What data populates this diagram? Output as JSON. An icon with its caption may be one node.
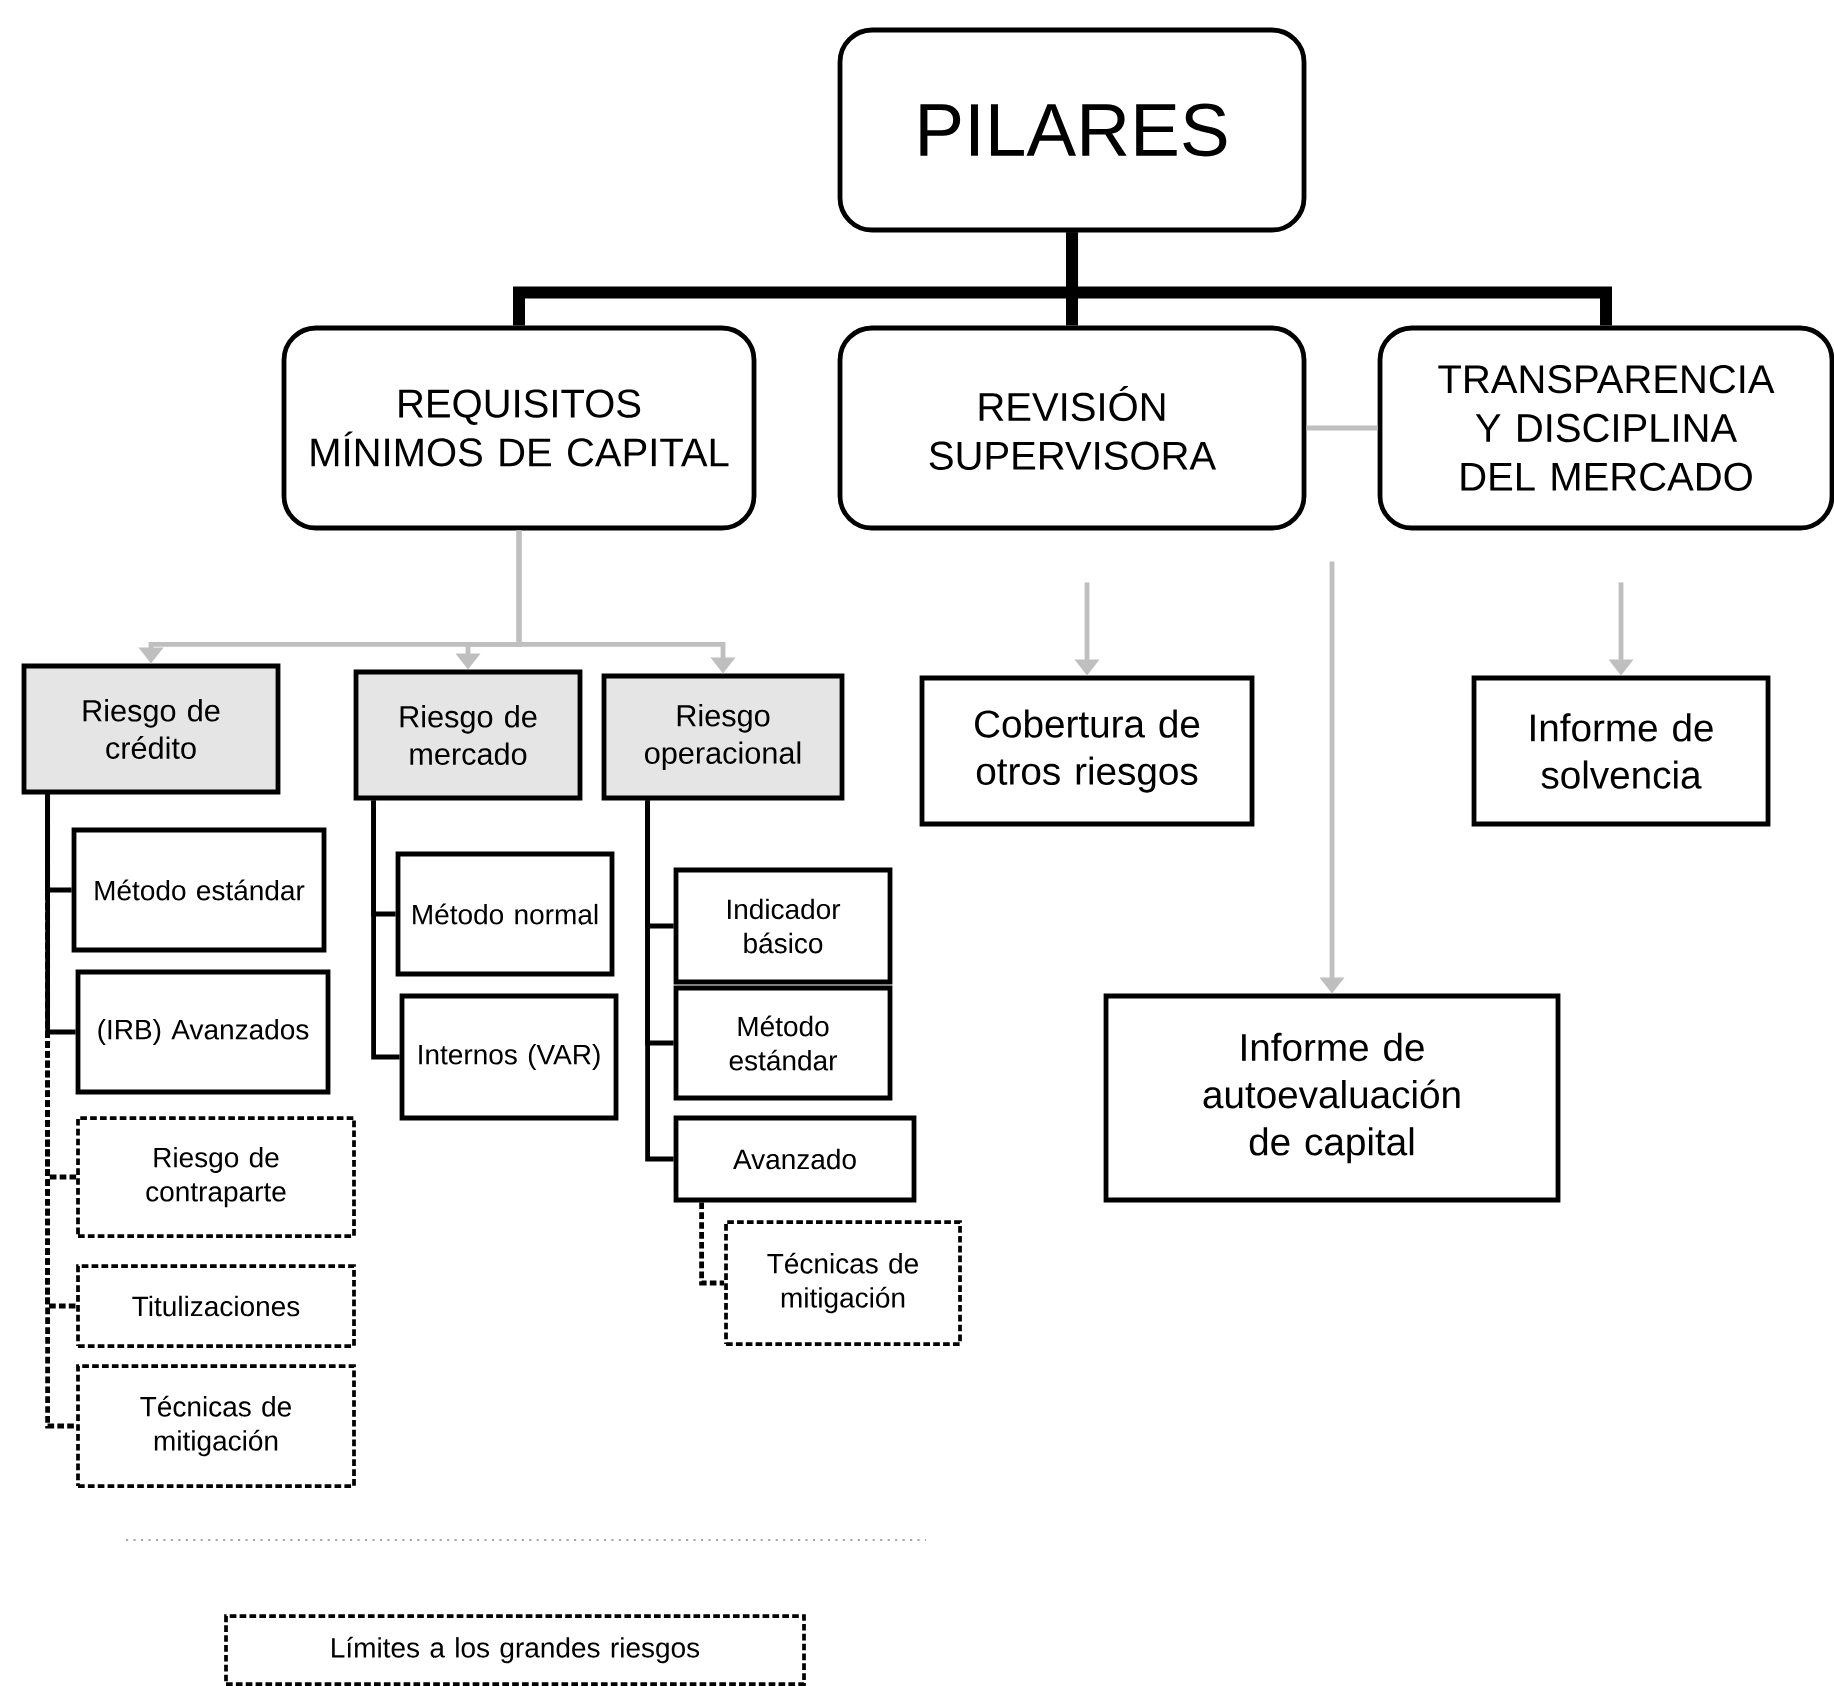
{
  "diagram": {
    "nodes": [
      {
        "text": [
          "PILARES"
        ]
      },
      {
        "text": [
          "REQUISITOS MÍNIMOS DE CAPITAL"
        ]
      },
      {
        "text": [
          "REVISIÓN SUPERVISORA"
        ]
      },
      {
        "text": [
          "TRANSPARENCIA Y DISCIPLINA DEL MERCADO"
        ]
      },
      {
        "text": [
          "Riesgo de crédito"
        ]
      },
      {
        "text": [
          "Riesgo de mercado"
        ]
      },
      {
        "text": [
          "Riesgo operacional"
        ]
      },
      {
        "text": [
          "Cobertura de otros riesgos"
        ]
      },
      {
        "text": [
          "Informe de solvencia"
        ]
      },
      {
        "text": [
          "Método estándar"
        ]
      },
      {
        "text": [
          "(IRB) Avanzados"
        ]
      },
      {
        "text": [
          "Riesgo de contraparte"
        ]
      },
      {
        "text": [
          "Titulizaciones"
        ]
      },
      {
        "text": [
          "Técnicas de mitigación"
        ]
      },
      {
        "text": [
          "Método normal"
        ]
      },
      {
        "text": [
          "Internos (VAR)"
        ]
      },
      {
        "text": [
          "Indicador básico"
        ]
      },
      {
        "text": [
          "Método estándar"
        ]
      },
      {
        "text": [
          "Avanzado"
        ]
      },
      {
        "text": [
          "Técnicas de mitigación"
        ]
      },
      {
        "text": [
          "Informe de autoevaluación de capital"
        ]
      },
      {
        "text": [
          "Límites a los grandes riesgos"
        ]
      }
    ],
    "edges": [
      {
        "from": 0,
        "to": 1,
        "arrow": "none",
        "style": "thick"
      },
      {
        "from": 0,
        "to": 2,
        "arrow": "none",
        "style": "thick"
      },
      {
        "from": 0,
        "to": 3,
        "arrow": "none",
        "style": "thick"
      },
      {
        "from": 1,
        "to": 4,
        "arrow": "to",
        "color": "#bfbfbf"
      },
      {
        "from": 1,
        "to": 5,
        "arrow": "to",
        "color": "#bfbfbf"
      },
      {
        "from": 1,
        "to": 6,
        "arrow": "to",
        "color": "#bfbfbf"
      },
      {
        "from": 2,
        "to": 3,
        "arrow": "none",
        "color": "#bfbfbf"
      },
      {
        "from": 2,
        "to": 7,
        "arrow": "to",
        "color": "#bfbfbf"
      },
      {
        "from": null,
        "to": 20,
        "arrow": "to",
        "color": "#bfbfbf"
      },
      {
        "from": 3,
        "to": 8,
        "arrow": "to",
        "color": "#bfbfbf"
      },
      {
        "from": 4,
        "to": 9,
        "arrow": "none"
      },
      {
        "from": 4,
        "to": 10,
        "arrow": "none"
      },
      {
        "from": 4,
        "to": 11,
        "arrow": "none",
        "style": "dashed"
      },
      {
        "from": 4,
        "to": 12,
        "arrow": "none",
        "style": "dashed"
      },
      {
        "from": 4,
        "to": 13,
        "arrow": "none",
        "style": "dashed"
      },
      {
        "from": 5,
        "to": 14,
        "arrow": "none"
      },
      {
        "from": 5,
        "to": 15,
        "arrow": "none"
      },
      {
        "from": 6,
        "to": 16,
        "arrow": "none"
      },
      {
        "from": 6,
        "to": 17,
        "arrow": "none"
      },
      {
        "from": 6,
        "to": 18,
        "arrow": "none"
      },
      {
        "from": 18,
        "to": 19,
        "arrow": "none",
        "style": "dashed"
      }
    ]
  }
}
